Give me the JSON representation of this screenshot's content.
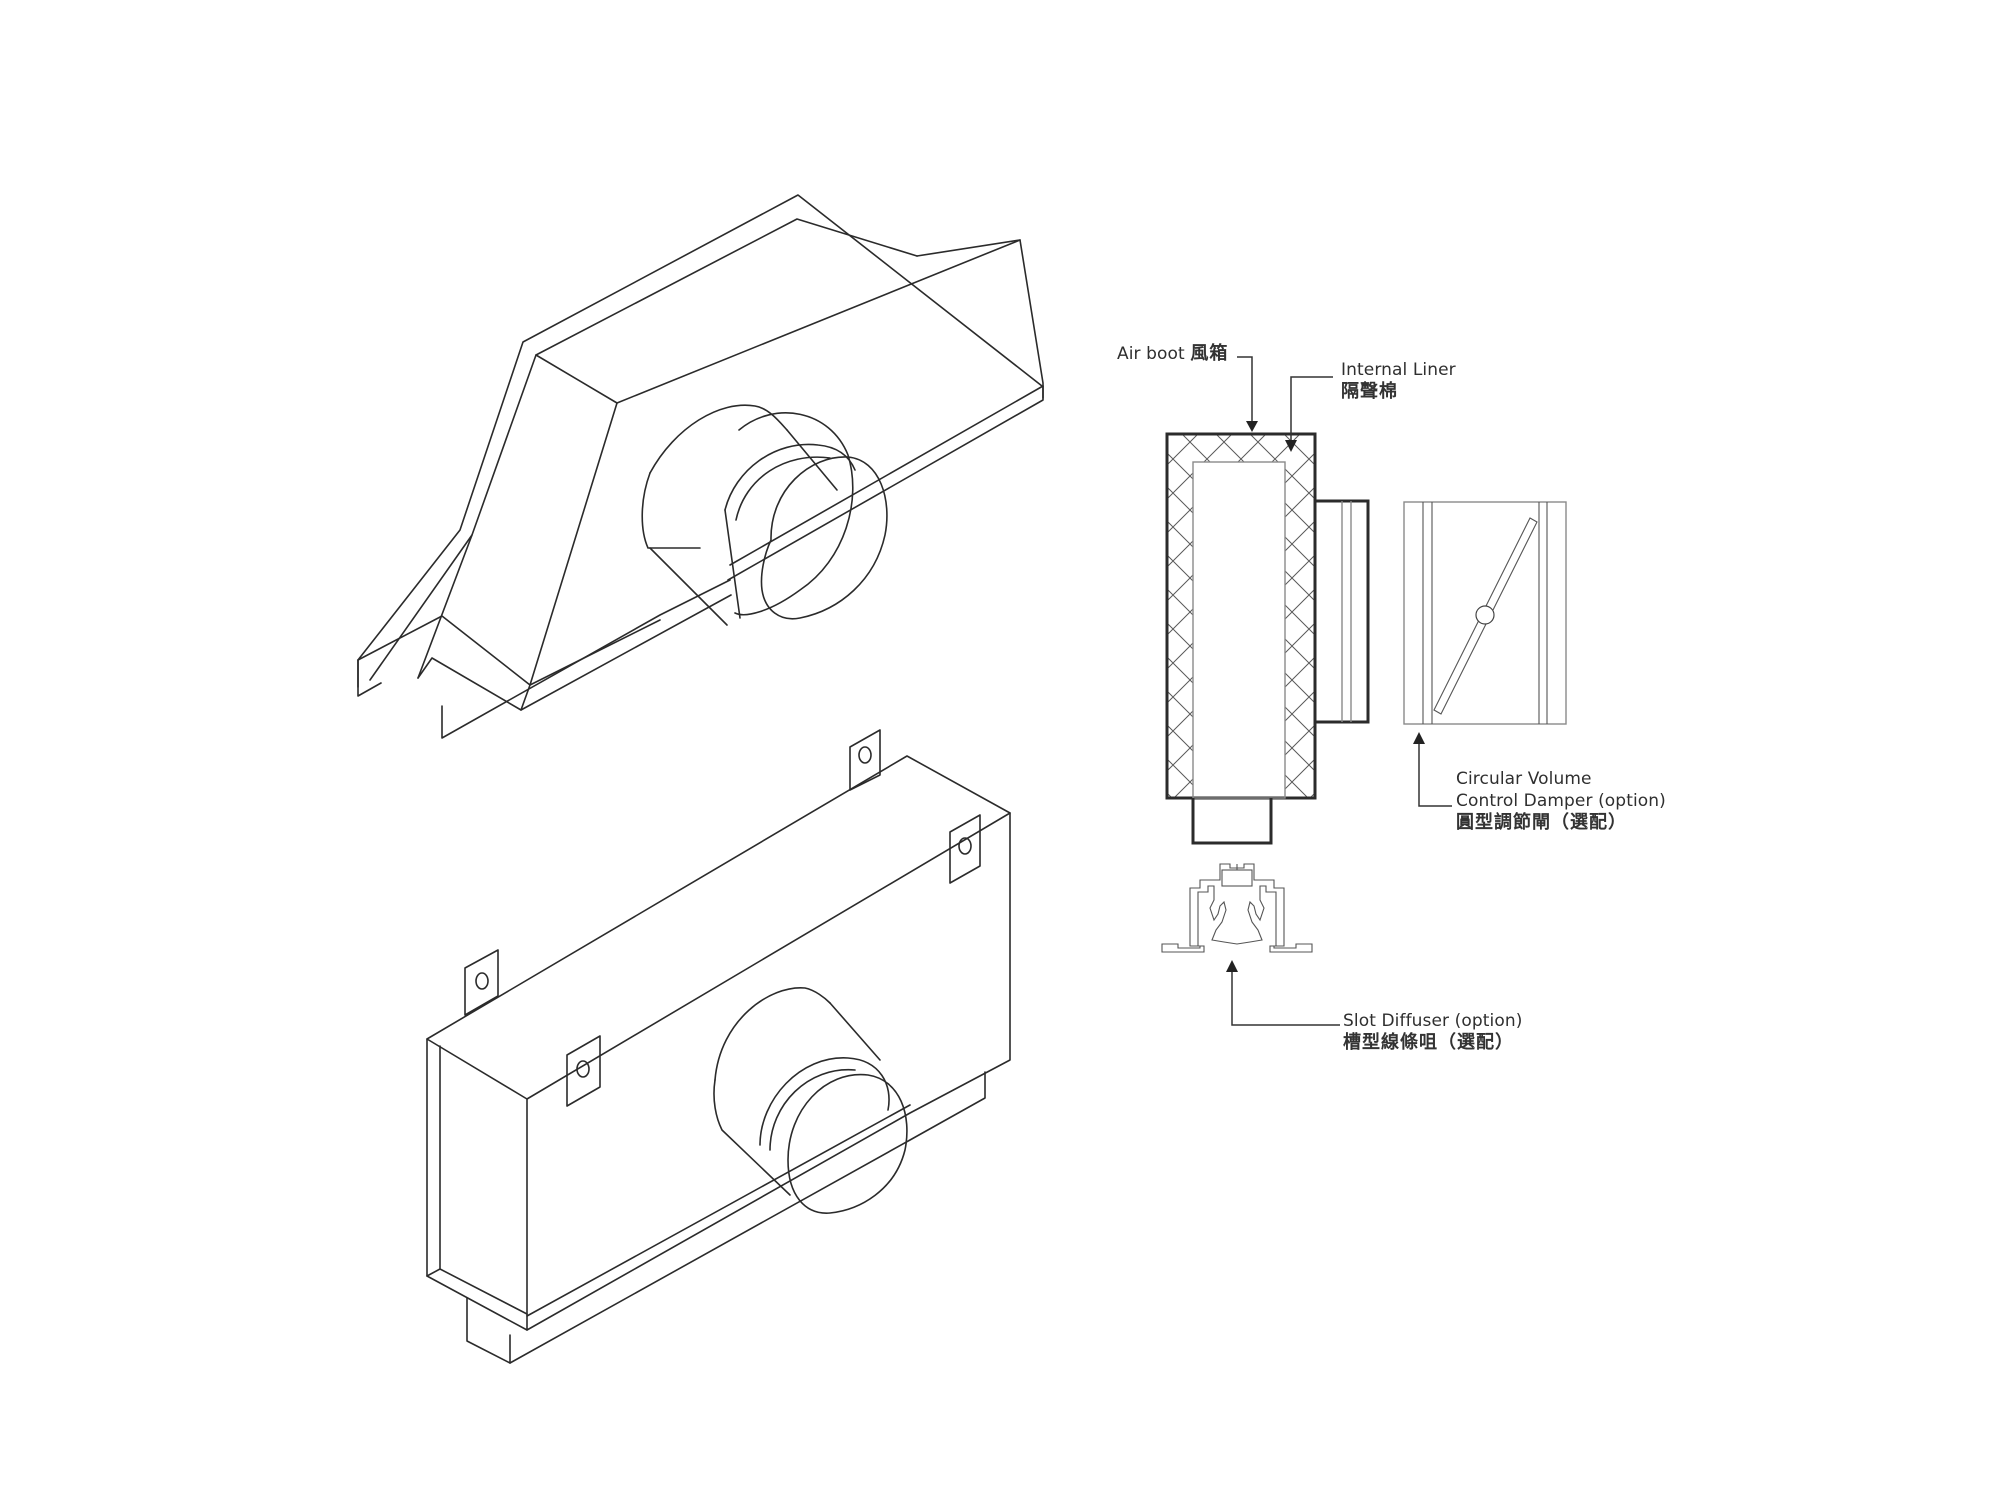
{
  "diagram": {
    "type": "technical-drawing",
    "subject": "Air boot with slot diffuser assembly",
    "views": [
      "isometric-upper-angled-boot",
      "isometric-lower-rectangular-boot",
      "section-view-air-boot",
      "circular-volume-control-damper",
      "slot-diffuser-profile"
    ],
    "colors": {
      "line": "#2b2b2b",
      "background": "#ffffff",
      "text": "#2f2f2f"
    }
  },
  "labels": {
    "air_boot": {
      "en": "Air boot",
      "zh": "風箱"
    },
    "internal_liner": {
      "en": "Internal Liner",
      "zh": "隔聲棉"
    },
    "damper": {
      "en_line1": "Circular Volume",
      "en_line2": "Control Damper (option)",
      "zh": "圓型調節閘（選配）"
    },
    "slot_diffuser": {
      "en": "Slot Diffuser (option)",
      "zh": "槽型線條咀（選配）"
    }
  }
}
